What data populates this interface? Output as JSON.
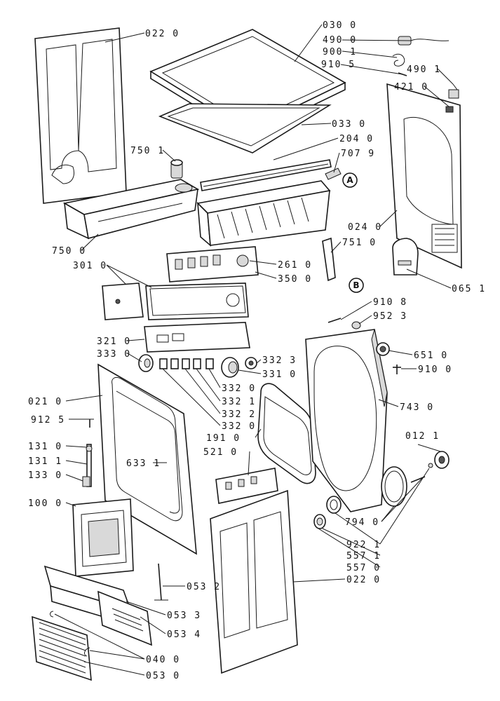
{
  "labels": {
    "l_022_0_top": "022 0",
    "l_030_0": "030 0",
    "l_490_0": "490 0",
    "l_900_1": "900 1",
    "l_910_5": "910 5",
    "l_490_1": "490 1",
    "l_421_0": "421 0",
    "l_033_0": "033 0",
    "l_204_0": "204 0",
    "l_707_9": "707 9",
    "l_750_1": "750 1",
    "l_024_0": "024 0",
    "l_750_0": "750 0",
    "l_751_0": "751 0",
    "l_301_0": "301 0",
    "l_261_0": "261 0",
    "l_350_0": "350 0",
    "l_065_1": "065 1",
    "l_910_8": "910 8",
    "l_952_3": "952 3",
    "l_321_0": "321 0",
    "l_651_0": "651 0",
    "l_333_0": "333 0",
    "l_332_3": "332 3",
    "l_910_0": "910 0",
    "l_331_0": "331 0",
    "l_332_0a": "332 0",
    "l_021_0": "021 0",
    "l_332_1": "332 1",
    "l_743_0": "743 0",
    "l_332_2": "332 2",
    "l_912_5": "912 5",
    "l_332_0b": "332 0",
    "l_012_1": "012 1",
    "l_191_0": "191 0",
    "l_131_0a": "131 0",
    "l_521_0": "521 0",
    "l_633_1": "633 1",
    "l_131_1": "131 1",
    "l_133_0": "133 0",
    "l_100_0": "100 0",
    "l_794_0": "794 0",
    "l_922_1": "922 1",
    "l_557_1": "557 1",
    "l_557_0": "557 0",
    "l_022_0_bot": "022 0",
    "l_053_2": "053 2",
    "l_053_3": "053 3",
    "l_053_4": "053 4",
    "l_040_0": "040 0",
    "l_053_0": "053 0"
  },
  "markers": {
    "a": "A",
    "b": "B"
  }
}
